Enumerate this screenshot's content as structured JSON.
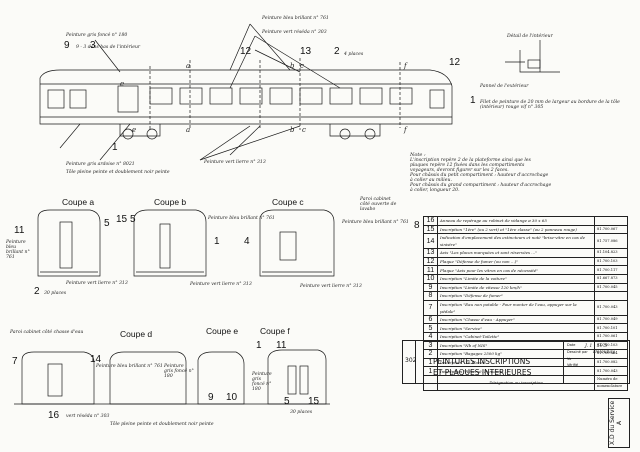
{
  "elevation": {
    "labels_top": [
      "Peinture bleu brillant  n° 761",
      "Peinture vert réséda  n° 303",
      "Peinture gris foncé n° 180",
      "9 - 3  dans bas de l'intérieur",
      "4  places"
    ],
    "labels_bottom": [
      "Peinture gris ardoise n° 8021",
      "Tôle pleine peinte et doublement noir peinte",
      "Peinture vert lierre n° 313"
    ],
    "numbers": [
      "9",
      "3",
      "12",
      "13",
      "2",
      "12",
      "1",
      "1"
    ],
    "letters": [
      "a",
      "b",
      "c",
      "e",
      "b",
      "c",
      "f",
      "f",
      "e",
      "a"
    ]
  },
  "detail": {
    "title": "Détail de l'intérieur",
    "label": "Pannel de l'extérieur",
    "note": "Filet de peinture de 20 mm de largeur au bordure de la tôle (intérieur) rouge vif n° 305"
  },
  "note_block": {
    "heading": "Note :",
    "lines": [
      "L'inscription repère 2 de la plateforme ainsi que les",
      "plaques repère 12 fixées dans les compartiments",
      "voyageurs, devront figurer sur les 2 faces.",
      "Pour châssis du petit compartiment : hauteur d'accrochage",
      "à coller au milieu.",
      "Pour châssis du grand compartiment : hauteur d'accrochage",
      "à coller, longueur 20."
    ]
  },
  "coupes": [
    {
      "title": "Coupe a",
      "labels": [
        "11",
        "Peinture bleu brillant n° 761",
        "2",
        "30 places",
        "Peinture vert lierre n° 313"
      ]
    },
    {
      "title": "Coupe b",
      "labels": [
        "1",
        "Peinture bleu brillant n° 761",
        "Peinture vert lierre n° 313"
      ]
    },
    {
      "title": "Coupe c",
      "labels": [
        "4",
        "Peinture bleu brillant n° 761",
        "Peinture vert lierre n° 313",
        "Paroi cabinet côté ouverte de lavabo",
        "8"
      ]
    },
    {
      "title": "Coupe d",
      "labels": [
        "7",
        "14",
        "Peinture bleu brillant n° 761",
        "16",
        "vert réséda n° 303",
        "Tôle pleine peinte et doublement noir peinte",
        "Paroi cabinet côté chasse d'eau"
      ]
    },
    {
      "title": "Coupe e",
      "labels": [
        "Peinture gris foncé n° 180",
        "9",
        "10",
        "Peinture gris foncé n° 180"
      ]
    },
    {
      "title": "Coupe f",
      "labels": [
        "11",
        "1",
        "5",
        "30 places",
        "15"
      ]
    }
  ],
  "coupe_letters": [
    "5",
    "15",
    "5"
  ],
  "legend": [
    {
      "n": "16",
      "text": "Anneau de repérage au robinet de vidange ø 30 x 65",
      "ref": ""
    },
    {
      "n": "15",
      "text": "Inscription \"1ère\" (ou 2 vert) et \"1ère classe\" (ou 2 panneau rouge)",
      "ref": "81.700.067"
    },
    {
      "n": "14",
      "text": "Indication d'emplacement des extincteurs et noté \"brise-vitre en cas de sinistre\"",
      "ref": "81.757.086"
    },
    {
      "n": "13",
      "text": "Avis \"Les places marquées et sont réservées ...\"",
      "ref": "81.104.823"
    },
    {
      "n": "12",
      "text": "Plaque \"Défense de fumer (ou non ...)\"",
      "ref": "81.700.103"
    },
    {
      "n": "11",
      "text": "Plaque \"Avis pour les vitres en cas de nécessité\"",
      "ref": "81.700.117"
    },
    {
      "n": "10",
      "text": "Inscription \"Limite de la voiture\"",
      "ref": "81.667.873"
    },
    {
      "n": "9",
      "text": "Inscription \"Limite de vitesse 120 km/h\"",
      "ref": "81.700.045"
    },
    {
      "n": "8",
      "text": "Inscription \"Défense de fumer\"",
      "ref": ""
    },
    {
      "n": "7",
      "text": "Inscription \"Eau non potable - Pour monter de l'eau, appuyer sur la pédale\"",
      "ref": "81.700.043"
    },
    {
      "n": "6",
      "text": "Inscription \"Chasse d'eau - Appuyer\"",
      "ref": "81.700.049"
    },
    {
      "n": "5",
      "text": "Inscription \"Service\"",
      "ref": "81.700.101"
    },
    {
      "n": "4",
      "text": "Inscription \"Cabinet-Toilette\"",
      "ref": "81.700.061"
    },
    {
      "n": "3",
      "text": "Inscription \"Nb of NIS\"",
      "ref": "81.700.103"
    },
    {
      "n": "2",
      "text": "Inscription \"Bagages 2500 kg\"",
      "ref": "81.700.084"
    },
    {
      "n": "1",
      "text": "Inscription \"30 Places\"",
      "ref": "81.700.082"
    },
    {
      "n": "1",
      "text": "Inscription \"Réservé. Fumeurs ...\"",
      "ref": "81.700.043"
    }
  ],
  "legend_footer": {
    "col1": "Désignation  ou  inscription",
    "col2": "Numéro de nomenclature"
  },
  "title_block": {
    "sheet": "302",
    "title_line1": "PEINTURES INSCRIPTIONS",
    "title_line2": "ET PLAQUES INTERIEURES",
    "date_label": "Date",
    "date": "J. 1 - 59.5",
    "drawn": "Dessiné par",
    "drawn_value": "Delaunay",
    "small_labels": [
      "Vu",
      "Vérifié"
    ]
  },
  "stamp": "X.D du Service A"
}
